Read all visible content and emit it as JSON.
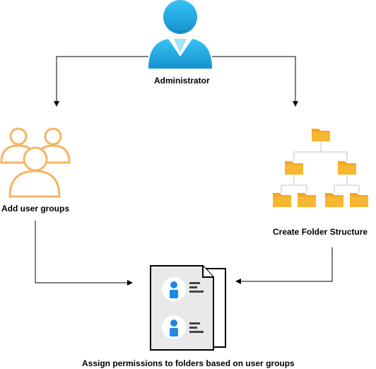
{
  "nodes": {
    "administrator": {
      "label": "Administrator",
      "icon": "administrator-icon"
    },
    "user_groups": {
      "label": "Add user groups",
      "icon": "user-group-icon"
    },
    "folder_structure": {
      "label": "Create Folder Structure",
      "icon": "folder-tree-icon"
    },
    "permissions": {
      "label": "Assign permissions to folders based on user groups",
      "icon": "user-documents-icon"
    }
  },
  "edges": [
    {
      "from": "administrator",
      "to": "user_groups"
    },
    {
      "from": "administrator",
      "to": "folder_structure"
    },
    {
      "from": "user_groups",
      "to": "permissions"
    },
    {
      "from": "folder_structure",
      "to": "permissions"
    }
  ],
  "colors": {
    "admin_blue": "#1ba1e2",
    "admin_dark": "#0e7fb3",
    "user_outline": "#f5b563",
    "folder": "#f5a623",
    "folder_tab": "#e0951b",
    "tree_line": "#cfd8dc",
    "document_fill": "#e9e9ea",
    "document_outline": "#000000",
    "person_blue": "#1e88e5"
  }
}
